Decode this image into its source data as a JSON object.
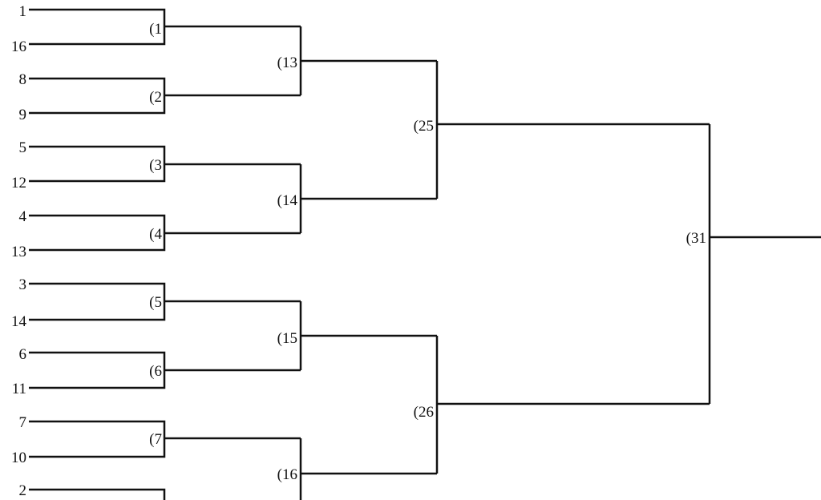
{
  "bracket": {
    "line_color": "#111111",
    "background": "#ffffff",
    "seeds": [
      "1",
      "16",
      "8",
      "9",
      "5",
      "12",
      "4",
      "13",
      "3",
      "14",
      "6",
      "11",
      "7",
      "10",
      "2"
    ],
    "round1_games": [
      "(1",
      "(2",
      "(3",
      "(4",
      "(5",
      "(6",
      "(7"
    ],
    "round2_games": [
      "(13",
      "(14",
      "(15",
      "(16"
    ],
    "round3_games": [
      "(25",
      "(26"
    ],
    "round4_games": [
      "(31"
    ]
  }
}
